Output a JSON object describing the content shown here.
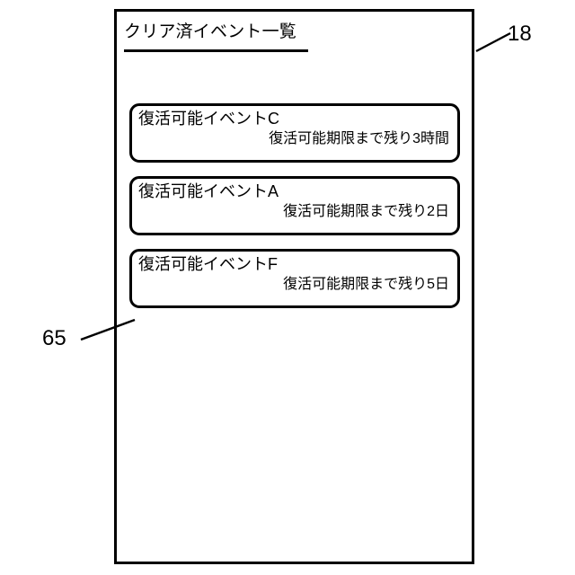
{
  "screen": {
    "title": "クリア済イベント一覧",
    "frame_color": "#000000",
    "background_color": "#ffffff"
  },
  "event_list": {
    "items": [
      {
        "name": "復活可能イベントC",
        "deadline": "復活可能期限まで残り3時間"
      },
      {
        "name": "復活可能イベントA",
        "deadline": "復活可能期限まで残り2日"
      },
      {
        "name": "復活可能イベントF",
        "deadline": "復活可能期限まで残り5日"
      }
    ]
  },
  "reference_numerals": {
    "device": "18",
    "list_area": "65"
  }
}
